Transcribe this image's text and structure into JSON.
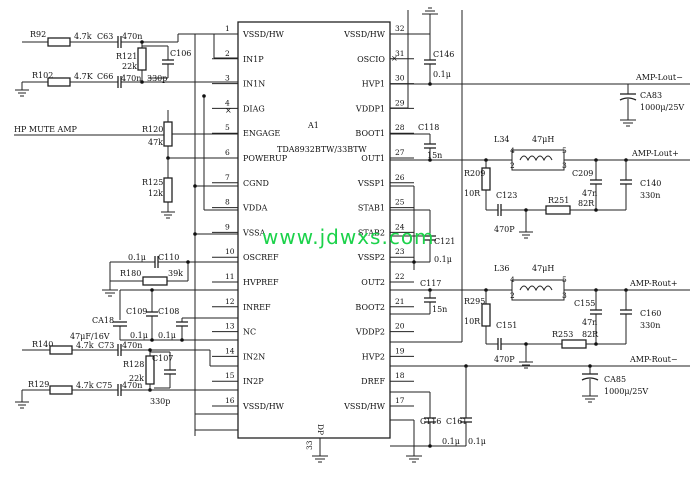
{
  "ic": {
    "name": "A1",
    "part": "TDA8932BTW/33BTW",
    "dp": "DP",
    "pin33": "33",
    "left_pins": [
      {
        "num": "1",
        "name": "VSSD/HW"
      },
      {
        "num": "2",
        "name": "IN1P"
      },
      {
        "num": "3",
        "name": "IN1N"
      },
      {
        "num": "4",
        "name": "DIAG"
      },
      {
        "num": "5",
        "name": "ENGAGE"
      },
      {
        "num": "6",
        "name": "POWERUP"
      },
      {
        "num": "7",
        "name": "CGND"
      },
      {
        "num": "8",
        "name": "VDDA"
      },
      {
        "num": "9",
        "name": "VSSA"
      },
      {
        "num": "10",
        "name": "OSCREF"
      },
      {
        "num": "11",
        "name": "HVPREF"
      },
      {
        "num": "12",
        "name": "INREF"
      },
      {
        "num": "13",
        "name": "NC"
      },
      {
        "num": "14",
        "name": "IN2N"
      },
      {
        "num": "15",
        "name": "IN2P"
      },
      {
        "num": "16",
        "name": "VSSD/HW"
      }
    ],
    "right_pins": [
      {
        "num": "32",
        "name": "VSSD/HW"
      },
      {
        "num": "31",
        "name": "OSCIO"
      },
      {
        "num": "30",
        "name": "HVP1"
      },
      {
        "num": "29",
        "name": "VDDP1"
      },
      {
        "num": "28",
        "name": "BOOT1"
      },
      {
        "num": "27",
        "name": "OUT1"
      },
      {
        "num": "26",
        "name": "VSSP1"
      },
      {
        "num": "25",
        "name": "STAB1"
      },
      {
        "num": "24",
        "name": "STAB2"
      },
      {
        "num": "23",
        "name": "VSSP2"
      },
      {
        "num": "22",
        "name": "OUT2"
      },
      {
        "num": "21",
        "name": "BOOT2"
      },
      {
        "num": "20",
        "name": "VDDP2"
      },
      {
        "num": "19",
        "name": "HVP2"
      },
      {
        "num": "18",
        "name": "DREF"
      },
      {
        "num": "17",
        "name": "VSSD/HW"
      }
    ]
  },
  "components": {
    "r92": "R92",
    "r92_val": "4.7k",
    "c63": "C63",
    "c63_val": "470n",
    "r102": "R102",
    "r102_val": "4.7K",
    "c66": "C66",
    "c66_val": "470n",
    "r121": "R121",
    "r121_val": "22k",
    "c106": "C106",
    "c106_val": "330p",
    "hp_mute": "HP MUTE AMP",
    "r120": "R120",
    "r120_val": "47k",
    "r125": "R125",
    "r125_val": "12k",
    "c110": "C110",
    "c110_val": "0.1μ",
    "r180": "R180",
    "r180_val": "39k",
    "c109": "C109",
    "c109_val": "0.1μ",
    "c108": "C108",
    "c108_val": "0.1μ",
    "ca18": "CA18",
    "ca18_val": "47μF/16V",
    "r140": "R140",
    "r140_val": "4.7k",
    "c73": "C73",
    "c73_val": "470n",
    "r128": "R128",
    "r128_val": "22k",
    "c107": "C107",
    "c107_val": "330p",
    "r129": "R129",
    "r129_val": "4.7k",
    "c75": "C75",
    "c75_val": "470n",
    "c146": "C146",
    "c146_val": "0.1μ",
    "c118": "C118",
    "c118_val": "15n",
    "c121": "C121",
    "c121_val": "0.1μ",
    "c117": "C117",
    "c117_val": "15n",
    "c116": "C116",
    "c116_val": "0.1μ",
    "c161": "C161",
    "c161_val": "0.1μ",
    "l34": "L34",
    "l34_val": "47μH",
    "l36": "L36",
    "l36_val": "47μH",
    "r209": "R209",
    "r209_val": "10R",
    "c123": "C123",
    "c123_val": "470P",
    "c209": "C209",
    "c209_val": "47n",
    "r251": "R251",
    "r251_val": "82R",
    "c140": "C140",
    "c140_val": "330n",
    "r295": "R295",
    "r295_val": "10R",
    "c151": "C151",
    "c151_val": "470P",
    "c155": "C155",
    "c155_val": "47n",
    "r253": "R253",
    "r253_val": "82R",
    "c160": "C160",
    "c160_val": "330n",
    "ca83": "CA83",
    "ca83_val": "1000μ/25V",
    "ca85": "CA85",
    "ca85_val": "1000μ/25V",
    "amp_lout_minus": "AMP-Lout−",
    "amp_lout_plus": "AMP-Lout+",
    "amp_rout_plus": "AMP-Rout+",
    "amp_rout_minus": "AMP-Rout−",
    "pin_4": "4",
    "pin_5": "5",
    "pin_2": "2",
    "pin_3": "3"
  },
  "watermark": "www.jdwxs.com"
}
